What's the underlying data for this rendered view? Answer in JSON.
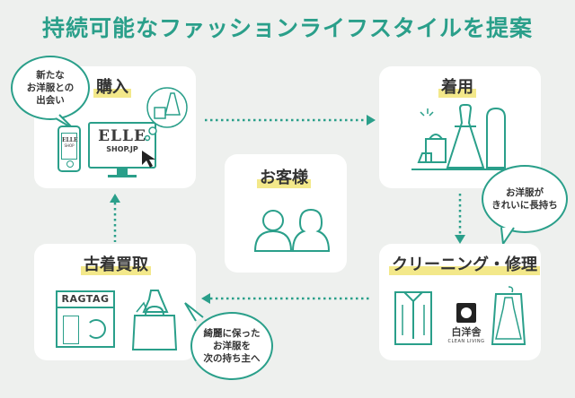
{
  "title": "持続可能なファッションライフスタイルを提案",
  "nodes": {
    "purchase": {
      "label": "購入",
      "bubble": "新たな\nお洋服との\n出会い"
    },
    "wear": {
      "label": "着用",
      "bubble": "お洋服が\nきれいに長持ち"
    },
    "customer": {
      "label": "お客様"
    },
    "cleaning": {
      "label": "クリーニング・修理"
    },
    "secondhand": {
      "label": "古着買取",
      "bubble": "綺麗に保った\nお洋服を\n次の持ち主へ"
    }
  },
  "brands": {
    "elle": "ELLE",
    "elle_sub": "SHOP.JP",
    "elle_phone": "ELLE",
    "elle_phone_sub": "SHOP",
    "ragtag": "RAGTAG",
    "hakuyosha": "白洋舎",
    "hakuyosha_sub": "CLEAN LIVING"
  },
  "colors": {
    "accent": "#2a9f8a",
    "highlight": "#f3e88a",
    "background": "#eef0ee"
  }
}
